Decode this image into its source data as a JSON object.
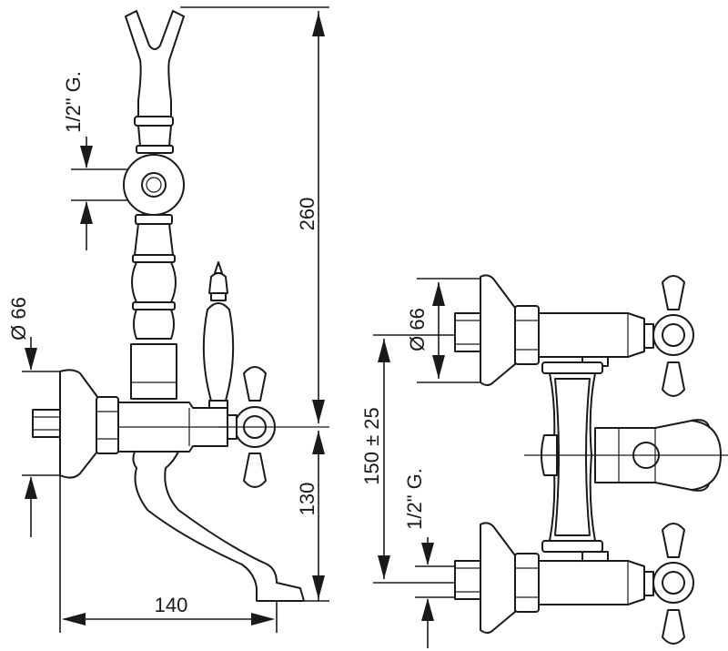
{
  "dimensions": {
    "height_total": "260",
    "spout_height": "130",
    "spout_reach": "140",
    "hand_shower_thread": "1/2\" G.",
    "left_flange_diameter": "Ø 66",
    "right_flange_diameter": "Ø 66",
    "center_distance": "150 ± 25",
    "right_thread": "1/2\" G."
  },
  "colors": {
    "line": "#1a1a1a",
    "background": "#ffffff"
  }
}
